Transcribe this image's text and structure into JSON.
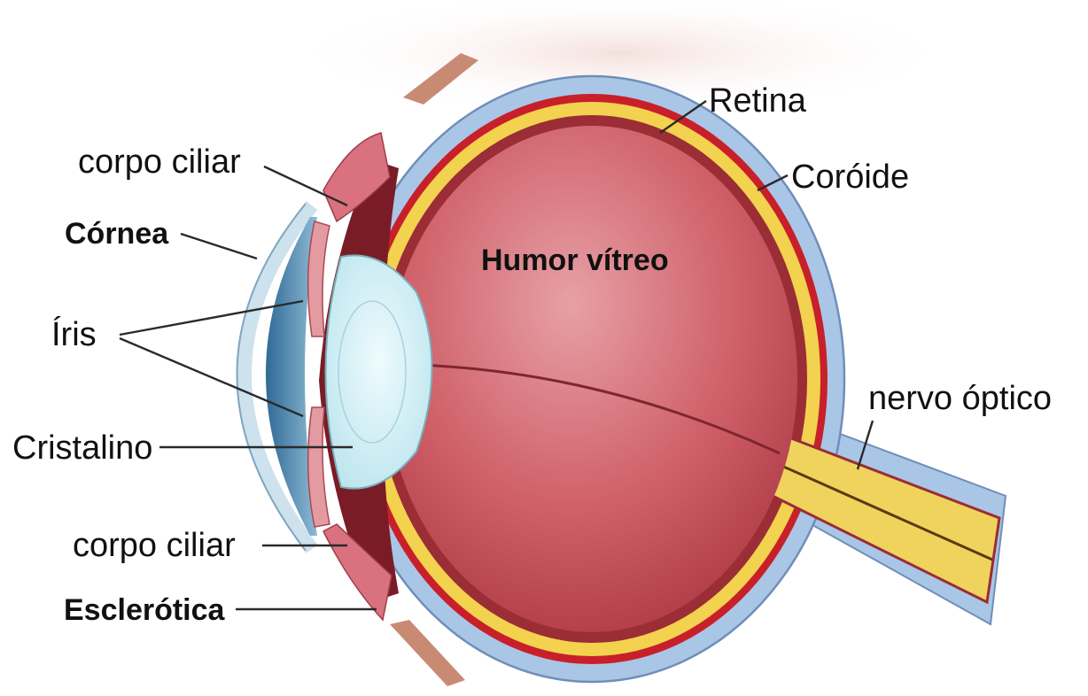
{
  "labels": {
    "retina": "Retina",
    "coroide": "Coróide",
    "corpo_ciliar_top": "corpo ciliar",
    "cornea": "Córnea",
    "iris": "Íris",
    "cristalino": "Cristalino",
    "corpo_ciliar_bottom": "corpo ciliar",
    "esclerotica": "Esclerótica",
    "humor_vitreo": "Humor vítreo",
    "nervo_optico": "nervo óptico"
  },
  "colors": {
    "sclera": "#aac6e6",
    "sclera_edge": "#6f8fb8",
    "choroid": "#c8202a",
    "retina": "#f2d24e",
    "vitreous": "#c8545e",
    "cornea": "#4f86ae",
    "lens": "#cdeef4",
    "ciliary": "#d9727e",
    "optic_nerve": "#f0d35c"
  }
}
